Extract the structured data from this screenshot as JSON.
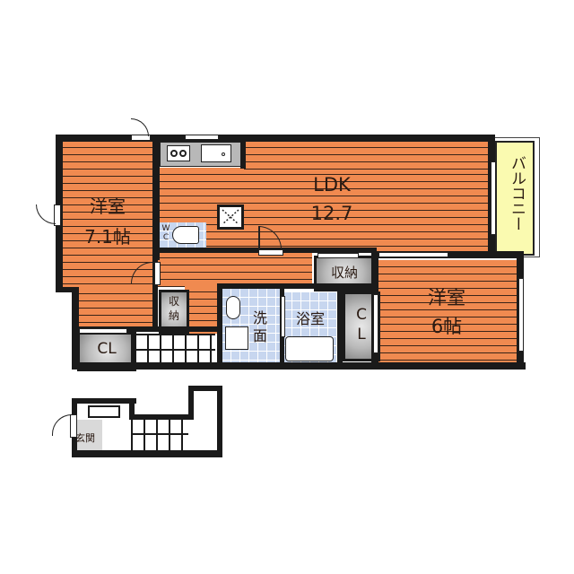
{
  "floor_plan": {
    "rooms": {
      "western_room_1": {
        "name": "洋室",
        "size": "7.1帖"
      },
      "ldk": {
        "name": "LDK",
        "size": "12.7"
      },
      "western_room_2": {
        "name": "洋室",
        "size": "6帖"
      },
      "balcony": {
        "name": "バルコニー"
      },
      "wc": {
        "line1": "W",
        "line2": "C"
      },
      "storage_ldk": {
        "name": "収納"
      },
      "storage_hall": {
        "line1": "収",
        "line2": "納"
      },
      "closet_1": {
        "name": "CL"
      },
      "closet_2": {
        "line1": "C",
        "line2": "L"
      },
      "washroom": {
        "line1": "洗",
        "line2": "面"
      },
      "bathroom": {
        "name": "浴室"
      },
      "entrance": {
        "name": "玄関"
      }
    },
    "colors": {
      "floor": "#f08a50",
      "wall": "#1a1a1a",
      "tile": "#c7d6ef",
      "balcony": "#fafab0",
      "storage": "#b9b9b9"
    }
  }
}
